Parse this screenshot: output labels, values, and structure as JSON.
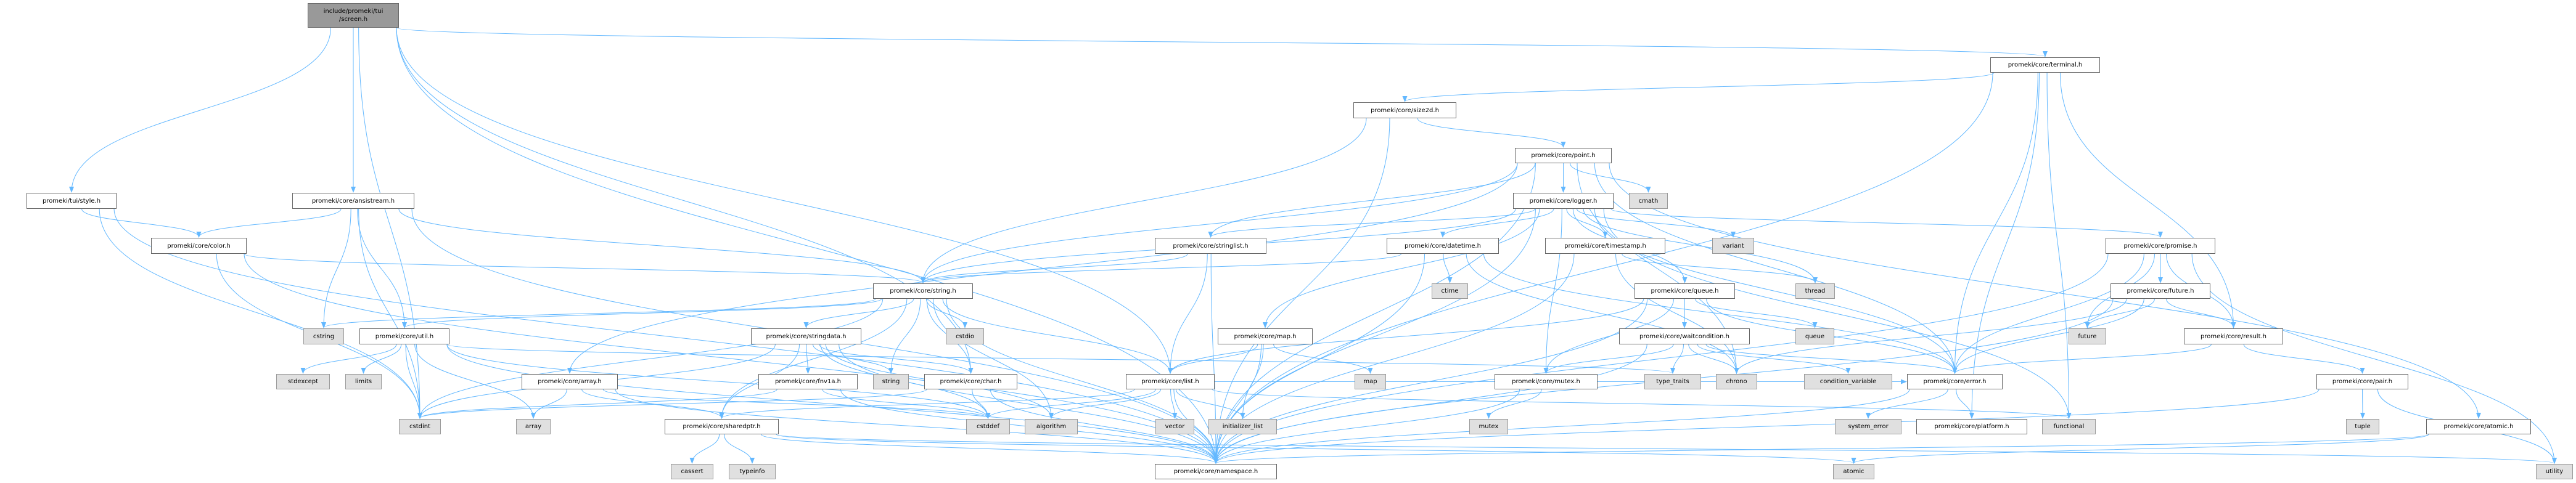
{
  "colors": {
    "edge": "#63b8ff",
    "node_fill": "#ffffff",
    "system_fill": "#e0e0e0",
    "root_fill": "#999999"
  },
  "nodes": [
    {
      "id": "screen",
      "lines": [
        "include/promeki/tui",
        "/screen.h"
      ],
      "kind": "root"
    },
    {
      "id": "terminal",
      "label": "promeki/core/terminal.h",
      "kind": "file"
    },
    {
      "id": "size2d",
      "label": "promeki/core/size2d.h",
      "kind": "file"
    },
    {
      "id": "point",
      "label": "promeki/core/point.h",
      "kind": "file"
    },
    {
      "id": "style",
      "label": "promeki/tui/style.h",
      "kind": "file"
    },
    {
      "id": "ansistream",
      "label": "promeki/core/ansistream.h",
      "kind": "file"
    },
    {
      "id": "logger",
      "label": "promeki/core/logger.h",
      "kind": "file"
    },
    {
      "id": "cmath",
      "label": "cmath",
      "kind": "system"
    },
    {
      "id": "color",
      "label": "promeki/core/color.h",
      "kind": "file"
    },
    {
      "id": "stringlist",
      "label": "promeki/core/stringlist.h",
      "kind": "file"
    },
    {
      "id": "datetime",
      "label": "promeki/core/datetime.h",
      "kind": "file"
    },
    {
      "id": "timestamp",
      "label": "promeki/core/timestamp.h",
      "kind": "file"
    },
    {
      "id": "variant",
      "label": "variant",
      "kind": "system"
    },
    {
      "id": "promise",
      "label": "promeki/core/promise.h",
      "kind": "file"
    },
    {
      "id": "string_h",
      "label": "promeki/core/string.h",
      "kind": "file"
    },
    {
      "id": "ctime",
      "label": "ctime",
      "kind": "system"
    },
    {
      "id": "queue_h",
      "label": "promeki/core/queue.h",
      "kind": "file"
    },
    {
      "id": "thread",
      "label": "thread",
      "kind": "system"
    },
    {
      "id": "future_h",
      "label": "promeki/core/future.h",
      "kind": "file"
    },
    {
      "id": "cstring",
      "label": "cstring",
      "kind": "system"
    },
    {
      "id": "util",
      "label": "promeki/core/util.h",
      "kind": "file"
    },
    {
      "id": "stringdata",
      "label": "promeki/core/stringdata.h",
      "kind": "file"
    },
    {
      "id": "cstdio",
      "label": "cstdio",
      "kind": "system"
    },
    {
      "id": "map_h",
      "label": "promeki/core/map.h",
      "kind": "file"
    },
    {
      "id": "waitcondition",
      "label": "promeki/core/waitcondition.h",
      "kind": "file"
    },
    {
      "id": "queue",
      "label": "queue",
      "kind": "system"
    },
    {
      "id": "future",
      "label": "future",
      "kind": "system"
    },
    {
      "id": "result",
      "label": "promeki/core/result.h",
      "kind": "file"
    },
    {
      "id": "stdexcept",
      "label": "stdexcept",
      "kind": "system"
    },
    {
      "id": "limits",
      "label": "limits",
      "kind": "system"
    },
    {
      "id": "array_h",
      "label": "promeki/core/array.h",
      "kind": "file"
    },
    {
      "id": "fnv1a",
      "label": "promeki/core/fnv1a.h",
      "kind": "file"
    },
    {
      "id": "string",
      "label": "string",
      "kind": "system"
    },
    {
      "id": "char_h",
      "label": "promeki/core/char.h",
      "kind": "file"
    },
    {
      "id": "list_h",
      "label": "promeki/core/list.h",
      "kind": "file"
    },
    {
      "id": "map",
      "label": "map",
      "kind": "system"
    },
    {
      "id": "mutex_h",
      "label": "promeki/core/mutex.h",
      "kind": "file"
    },
    {
      "id": "type_traits",
      "label": "type_traits",
      "kind": "system"
    },
    {
      "id": "chrono",
      "label": "chrono",
      "kind": "system"
    },
    {
      "id": "condition_variable",
      "label": "condition_variable",
      "kind": "system"
    },
    {
      "id": "error_h",
      "label": "promeki/core/error.h",
      "kind": "file"
    },
    {
      "id": "pair_h",
      "label": "promeki/core/pair.h",
      "kind": "file"
    },
    {
      "id": "cstdint",
      "label": "cstdint",
      "kind": "system"
    },
    {
      "id": "array",
      "label": "array",
      "kind": "system"
    },
    {
      "id": "sharedptr",
      "label": "promeki/core/sharedptr.h",
      "kind": "file"
    },
    {
      "id": "cstddef",
      "label": "cstddef",
      "kind": "system"
    },
    {
      "id": "algorithm",
      "label": "algorithm",
      "kind": "system"
    },
    {
      "id": "vector",
      "label": "vector",
      "kind": "system"
    },
    {
      "id": "initializer_list",
      "label": "initializer_list",
      "kind": "system"
    },
    {
      "id": "mutex",
      "label": "mutex",
      "kind": "system"
    },
    {
      "id": "system_error",
      "label": "system_error",
      "kind": "system"
    },
    {
      "id": "platform",
      "label": "promeki/core/platform.h",
      "kind": "file"
    },
    {
      "id": "functional",
      "label": "functional",
      "kind": "system"
    },
    {
      "id": "tuple",
      "label": "tuple",
      "kind": "system"
    },
    {
      "id": "atomic_h",
      "label": "promeki/core/atomic.h",
      "kind": "file"
    },
    {
      "id": "cassert",
      "label": "cassert",
      "kind": "system"
    },
    {
      "id": "typeinfo",
      "label": "typeinfo",
      "kind": "system"
    },
    {
      "id": "namespace",
      "label": "promeki/core/namespace.h",
      "kind": "file"
    },
    {
      "id": "atomic",
      "label": "atomic",
      "kind": "system"
    },
    {
      "id": "utility",
      "label": "utility",
      "kind": "system"
    }
  ],
  "edges": [
    [
      "screen",
      "style"
    ],
    [
      "screen",
      "ansistream"
    ],
    [
      "screen",
      "cstdint"
    ],
    [
      "screen",
      "namespace"
    ],
    [
      "screen",
      "terminal"
    ],
    [
      "screen",
      "list_h"
    ],
    [
      "screen",
      "char_h"
    ],
    [
      "terminal",
      "size2d"
    ],
    [
      "terminal",
      "error_h"
    ],
    [
      "terminal",
      "platform"
    ],
    [
      "terminal",
      "result"
    ],
    [
      "terminal",
      "functional"
    ],
    [
      "terminal",
      "namespace"
    ],
    [
      "size2d",
      "point"
    ],
    [
      "size2d",
      "string_h"
    ],
    [
      "size2d",
      "namespace"
    ],
    [
      "point",
      "logger"
    ],
    [
      "point",
      "cmath"
    ],
    [
      "point",
      "string_h"
    ],
    [
      "point",
      "stringlist"
    ],
    [
      "point",
      "array_h"
    ],
    [
      "point",
      "error_h"
    ],
    [
      "point",
      "namespace"
    ],
    [
      "point",
      "chrono"
    ],
    [
      "style",
      "color"
    ],
    [
      "style",
      "cstdint"
    ],
    [
      "style",
      "namespace"
    ],
    [
      "ansistream",
      "color"
    ],
    [
      "ansistream",
      "string_h"
    ],
    [
      "ansistream",
      "cstring"
    ],
    [
      "ansistream",
      "util"
    ],
    [
      "ansistream",
      "namespace"
    ],
    [
      "ansistream",
      "cstdint"
    ],
    [
      "logger",
      "string_h"
    ],
    [
      "logger",
      "stringlist"
    ],
    [
      "logger",
      "datetime"
    ],
    [
      "logger",
      "timestamp"
    ],
    [
      "logger",
      "variant"
    ],
    [
      "logger",
      "thread"
    ],
    [
      "logger",
      "queue_h"
    ],
    [
      "logger",
      "promise"
    ],
    [
      "logger",
      "map_h"
    ],
    [
      "logger",
      "mutex_h"
    ],
    [
      "logger",
      "functional"
    ],
    [
      "logger",
      "namespace"
    ],
    [
      "logger",
      "error_h"
    ],
    [
      "color",
      "string_h"
    ],
    [
      "color",
      "cstdint"
    ],
    [
      "color",
      "namespace"
    ],
    [
      "stringlist",
      "string_h"
    ],
    [
      "stringlist",
      "list_h"
    ],
    [
      "stringlist",
      "namespace"
    ],
    [
      "datetime",
      "string_h"
    ],
    [
      "datetime",
      "ctime"
    ],
    [
      "datetime",
      "chrono"
    ],
    [
      "datetime",
      "error_h"
    ],
    [
      "datetime",
      "namespace"
    ],
    [
      "timestamp",
      "chrono"
    ],
    [
      "timestamp",
      "thread"
    ],
    [
      "timestamp",
      "namespace"
    ],
    [
      "promise",
      "future_h"
    ],
    [
      "promise",
      "future"
    ],
    [
      "promise",
      "result"
    ],
    [
      "promise",
      "namespace"
    ],
    [
      "promise",
      "utility"
    ],
    [
      "promise",
      "error_h"
    ],
    [
      "string_h",
      "cstring"
    ],
    [
      "string_h",
      "util"
    ],
    [
      "string_h",
      "stringdata"
    ],
    [
      "string_h",
      "cstdio"
    ],
    [
      "string_h",
      "string"
    ],
    [
      "string_h",
      "char_h"
    ],
    [
      "string_h",
      "algorithm"
    ],
    [
      "string_h",
      "sharedptr"
    ],
    [
      "string_h",
      "list_h"
    ],
    [
      "string_h",
      "cstdint"
    ],
    [
      "string_h",
      "namespace"
    ],
    [
      "future_h",
      "future"
    ],
    [
      "future_h",
      "result"
    ],
    [
      "future_h",
      "error_h"
    ],
    [
      "future_h",
      "namespace"
    ],
    [
      "future_h",
      "chrono"
    ],
    [
      "util",
      "cstdint"
    ],
    [
      "util",
      "stdexcept"
    ],
    [
      "util",
      "limits"
    ],
    [
      "util",
      "array"
    ],
    [
      "util",
      "type_traits"
    ],
    [
      "util",
      "namespace"
    ],
    [
      "util",
      "cstddef"
    ],
    [
      "stringdata",
      "char_h"
    ],
    [
      "stringdata",
      "fnv1a"
    ],
    [
      "stringdata",
      "sharedptr"
    ],
    [
      "stringdata",
      "string"
    ],
    [
      "stringdata",
      "algorithm"
    ],
    [
      "stringdata",
      "cstdint"
    ],
    [
      "stringdata",
      "cstddef"
    ],
    [
      "stringdata",
      "namespace"
    ],
    [
      "map_h",
      "map"
    ],
    [
      "map_h",
      "list_h"
    ],
    [
      "map_h",
      "initializer_list"
    ],
    [
      "map_h",
      "namespace"
    ],
    [
      "queue_h",
      "waitcondition"
    ],
    [
      "queue_h",
      "queue"
    ],
    [
      "queue_h",
      "mutex_h"
    ],
    [
      "queue_h",
      "error_h"
    ],
    [
      "queue_h",
      "namespace"
    ],
    [
      "queue_h",
      "list_h"
    ],
    [
      "waitcondition",
      "mutex_h"
    ],
    [
      "waitcondition",
      "type_traits"
    ],
    [
      "waitcondition",
      "chrono"
    ],
    [
      "waitcondition",
      "condition_variable"
    ],
    [
      "waitcondition",
      "error_h"
    ],
    [
      "waitcondition",
      "namespace"
    ],
    [
      "result",
      "pair_h"
    ],
    [
      "result",
      "error_h"
    ],
    [
      "array_h",
      "array"
    ],
    [
      "array_h",
      "sharedptr"
    ],
    [
      "array_h",
      "namespace"
    ],
    [
      "array_h",
      "cstddef"
    ],
    [
      "fnv1a",
      "cstdint"
    ],
    [
      "fnv1a",
      "cstddef"
    ],
    [
      "fnv1a",
      "namespace"
    ],
    [
      "char_h",
      "cstdint"
    ],
    [
      "char_h",
      "cstddef"
    ],
    [
      "char_h",
      "namespace"
    ],
    [
      "list_h",
      "sharedptr"
    ],
    [
      "list_h",
      "vector"
    ],
    [
      "list_h",
      "initializer_list"
    ],
    [
      "list_h",
      "algorithm"
    ],
    [
      "list_h",
      "cstddef"
    ],
    [
      "list_h",
      "namespace"
    ],
    [
      "list_h",
      "functional"
    ],
    [
      "list_h",
      "error_h"
    ],
    [
      "mutex_h",
      "mutex"
    ],
    [
      "mutex_h",
      "namespace"
    ],
    [
      "error_h",
      "system_error"
    ],
    [
      "error_h",
      "platform"
    ],
    [
      "error_h",
      "namespace"
    ],
    [
      "pair_h",
      "tuple"
    ],
    [
      "pair_h",
      "utility"
    ],
    [
      "pair_h",
      "namespace"
    ],
    [
      "sharedptr",
      "cassert"
    ],
    [
      "sharedptr",
      "typeinfo"
    ],
    [
      "sharedptr",
      "atomic"
    ],
    [
      "sharedptr",
      "namespace"
    ],
    [
      "sharedptr",
      "utility"
    ],
    [
      "atomic_h",
      "atomic"
    ],
    [
      "atomic_h",
      "namespace"
    ],
    [
      "point",
      "atomic_h"
    ]
  ]
}
